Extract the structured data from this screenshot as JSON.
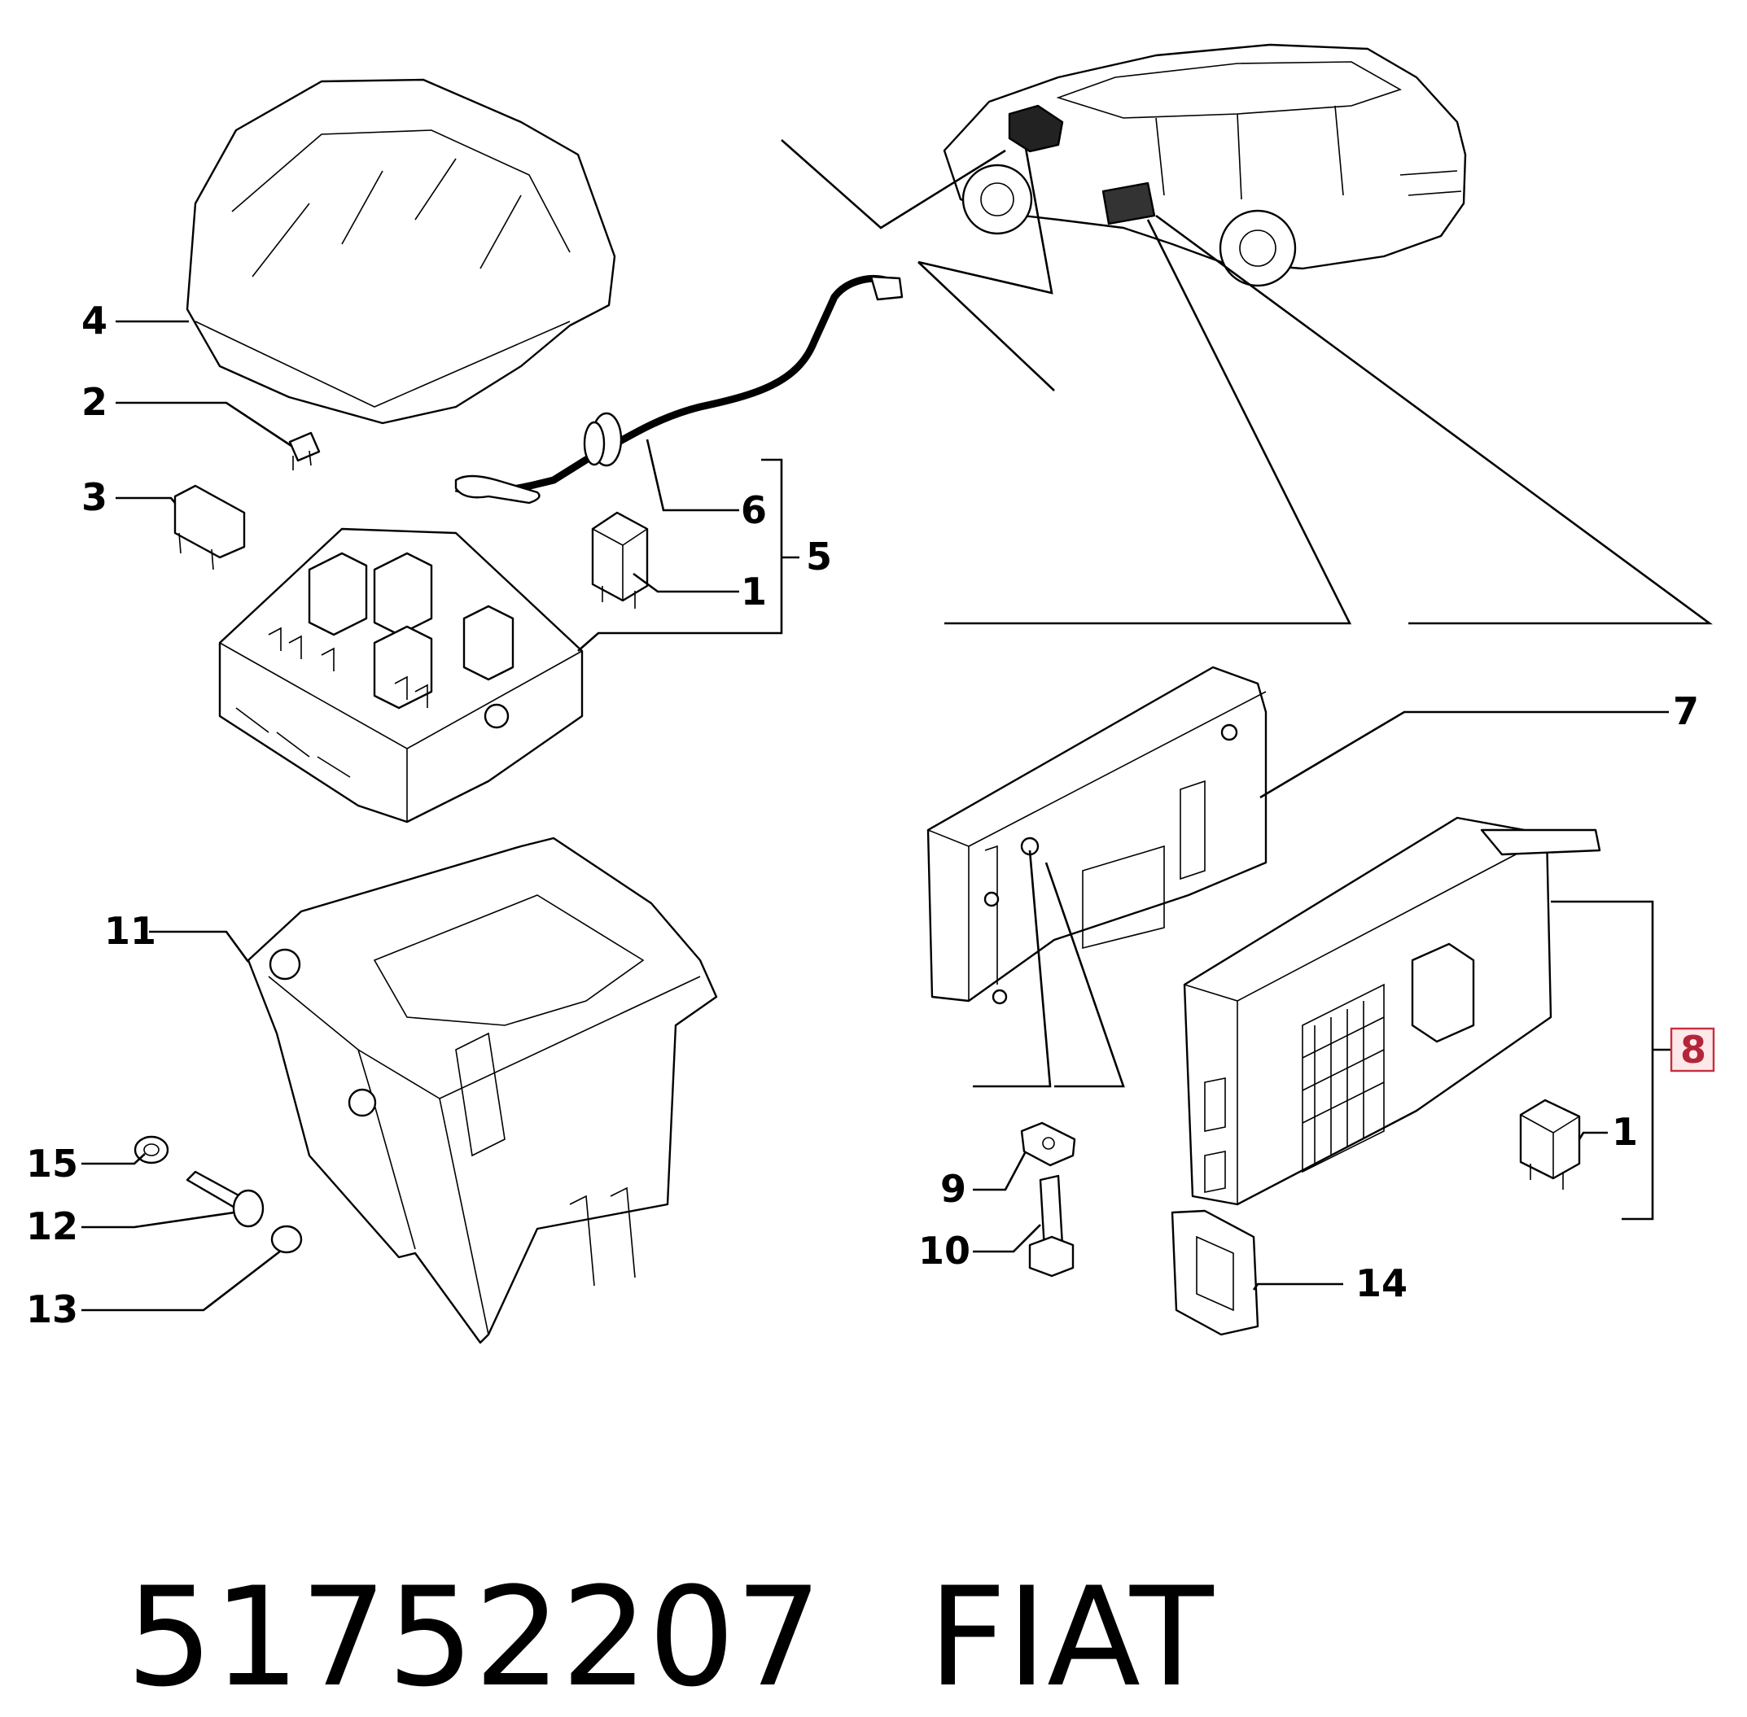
{
  "callouts": {
    "c4": "4",
    "c2": "2",
    "c3": "3",
    "c6": "6",
    "c5": "5",
    "c1a": "1",
    "c7": "7",
    "c8": "8",
    "c1b": "1",
    "c11": "11",
    "c15": "15",
    "c12": "12",
    "c13": "13",
    "c9": "9",
    "c10": "10",
    "c14": "14"
  },
  "highlight": {
    "callout": "8",
    "color": "#c62f3d"
  },
  "caption": {
    "part_number": "51752207",
    "brand": "FIAT"
  }
}
